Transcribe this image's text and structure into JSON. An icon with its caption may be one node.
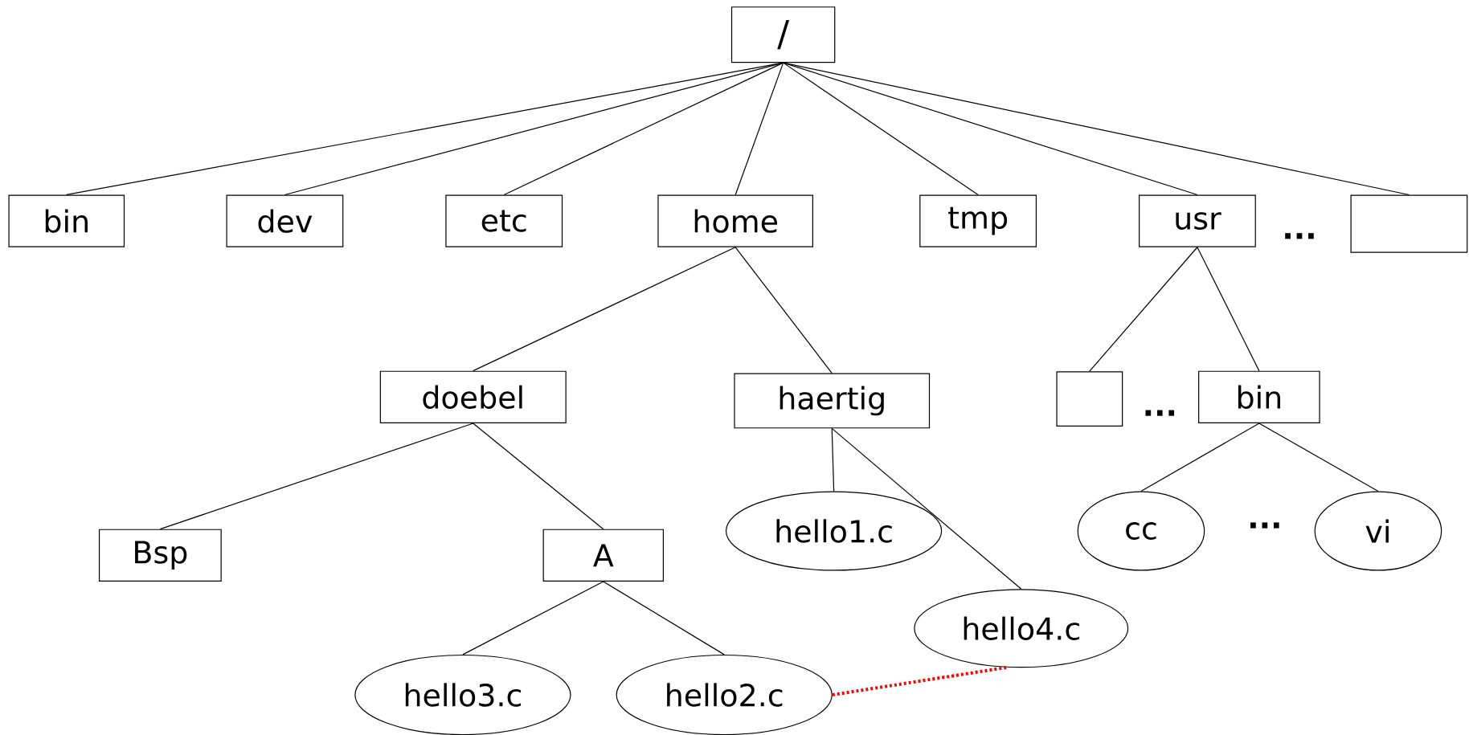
{
  "diagram": {
    "nodes": [
      {
        "text": [
          "/"
        ]
      },
      {
        "text": [
          "bin"
        ]
      },
      {
        "text": [
          "dev"
        ]
      },
      {
        "text": [
          "etc"
        ]
      },
      {
        "text": [
          "home"
        ]
      },
      {
        "text": [
          "tmp"
        ]
      },
      {
        "text": [
          "usr"
        ]
      },
      {
        "text": [],
        "shape": "box"
      },
      {
        "text": [
          "doebel"
        ]
      },
      {
        "text": [
          "haertig"
        ]
      },
      {
        "text": [],
        "shape": "box"
      },
      {
        "text": [
          "bin"
        ]
      },
      {
        "text": [
          "Bsp"
        ]
      },
      {
        "text": [
          "A"
        ]
      },
      {
        "text": [
          "hello1.c"
        ]
      },
      {
        "text": [
          "cc"
        ]
      },
      {
        "text": [
          "vi"
        ]
      },
      {
        "text": [
          "hello4.c"
        ]
      },
      {
        "text": [
          "hello3.c"
        ]
      },
      {
        "text": [
          "hello2.c"
        ]
      }
    ],
    "edges": [
      {
        "from": 0,
        "to": 1,
        "arrow": "none"
      },
      {
        "from": 0,
        "to": 2,
        "arrow": "none"
      },
      {
        "from": 0,
        "to": 3,
        "arrow": "none"
      },
      {
        "from": 0,
        "to": 4,
        "arrow": "none"
      },
      {
        "from": 0,
        "to": 5,
        "arrow": "none"
      },
      {
        "from": 0,
        "to": 6,
        "arrow": "none"
      },
      {
        "from": 0,
        "to": 7,
        "arrow": "none"
      },
      {
        "from": 4,
        "to": 8,
        "arrow": "none"
      },
      {
        "from": 4,
        "to": 9,
        "arrow": "none"
      },
      {
        "from": 6,
        "to": 10,
        "arrow": "none"
      },
      {
        "from": 6,
        "to": 11,
        "arrow": "none"
      },
      {
        "from": 8,
        "to": 12,
        "arrow": "none"
      },
      {
        "from": 8,
        "to": 13,
        "arrow": "none"
      },
      {
        "from": 9,
        "to": 14,
        "arrow": "none"
      },
      {
        "from": 9,
        "to": 17,
        "arrow": "none"
      },
      {
        "from": 11,
        "to": 15,
        "arrow": "none"
      },
      {
        "from": 11,
        "to": 16,
        "arrow": "none"
      },
      {
        "from": 13,
        "to": 18,
        "arrow": "none"
      },
      {
        "from": 13,
        "to": 19,
        "arrow": "none"
      },
      {
        "from": 19,
        "to": 17,
        "arrow": "none",
        "style": "dashed",
        "color": "#ff0000"
      }
    ],
    "labels": [
      "...",
      "...",
      "..."
    ]
  }
}
